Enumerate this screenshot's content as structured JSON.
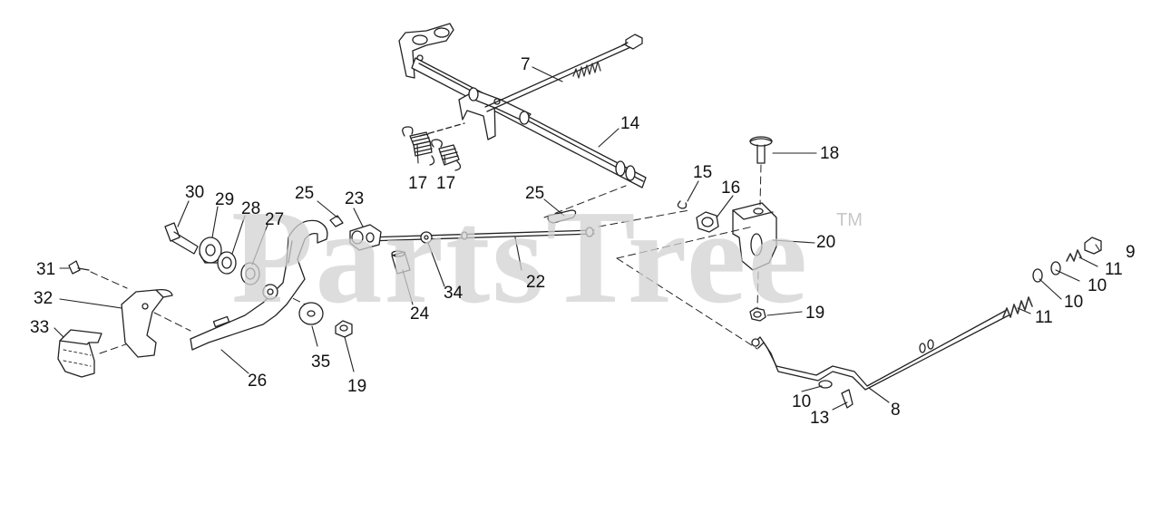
{
  "watermark": {
    "text": "PartsTree",
    "trademark": "TM"
  },
  "colors": {
    "line": "#222222",
    "part_fill": "#ffffff",
    "spring": "#333333",
    "watermark": "#d2d2d2"
  },
  "callouts": [
    {
      "id": "c7",
      "label": "7"
    },
    {
      "id": "c14",
      "label": "14"
    },
    {
      "id": "c17a",
      "label": "17"
    },
    {
      "id": "c17b",
      "label": "17"
    },
    {
      "id": "c18",
      "label": "18"
    },
    {
      "id": "c15",
      "label": "15"
    },
    {
      "id": "c16",
      "label": "16"
    },
    {
      "id": "c20",
      "label": "20"
    },
    {
      "id": "c25a",
      "label": "25"
    },
    {
      "id": "c25b",
      "label": "25"
    },
    {
      "id": "c23",
      "label": "23"
    },
    {
      "id": "c30",
      "label": "30"
    },
    {
      "id": "c29",
      "label": "29"
    },
    {
      "id": "c28",
      "label": "28"
    },
    {
      "id": "c27",
      "label": "27"
    },
    {
      "id": "c22",
      "label": "22"
    },
    {
      "id": "c34",
      "label": "34"
    },
    {
      "id": "c24",
      "label": "24"
    },
    {
      "id": "c31",
      "label": "31"
    },
    {
      "id": "c32",
      "label": "32"
    },
    {
      "id": "c33",
      "label": "33"
    },
    {
      "id": "c26",
      "label": "26"
    },
    {
      "id": "c35",
      "label": "35"
    },
    {
      "id": "c19a",
      "label": "19"
    },
    {
      "id": "c19b",
      "label": "19"
    },
    {
      "id": "c9",
      "label": "9"
    },
    {
      "id": "c11a",
      "label": "11"
    },
    {
      "id": "c10a",
      "label": "10"
    },
    {
      "id": "c10b",
      "label": "10"
    },
    {
      "id": "c11b",
      "label": "11"
    },
    {
      "id": "c10c",
      "label": "10"
    },
    {
      "id": "c13",
      "label": "13"
    },
    {
      "id": "c8",
      "label": "8"
    }
  ]
}
